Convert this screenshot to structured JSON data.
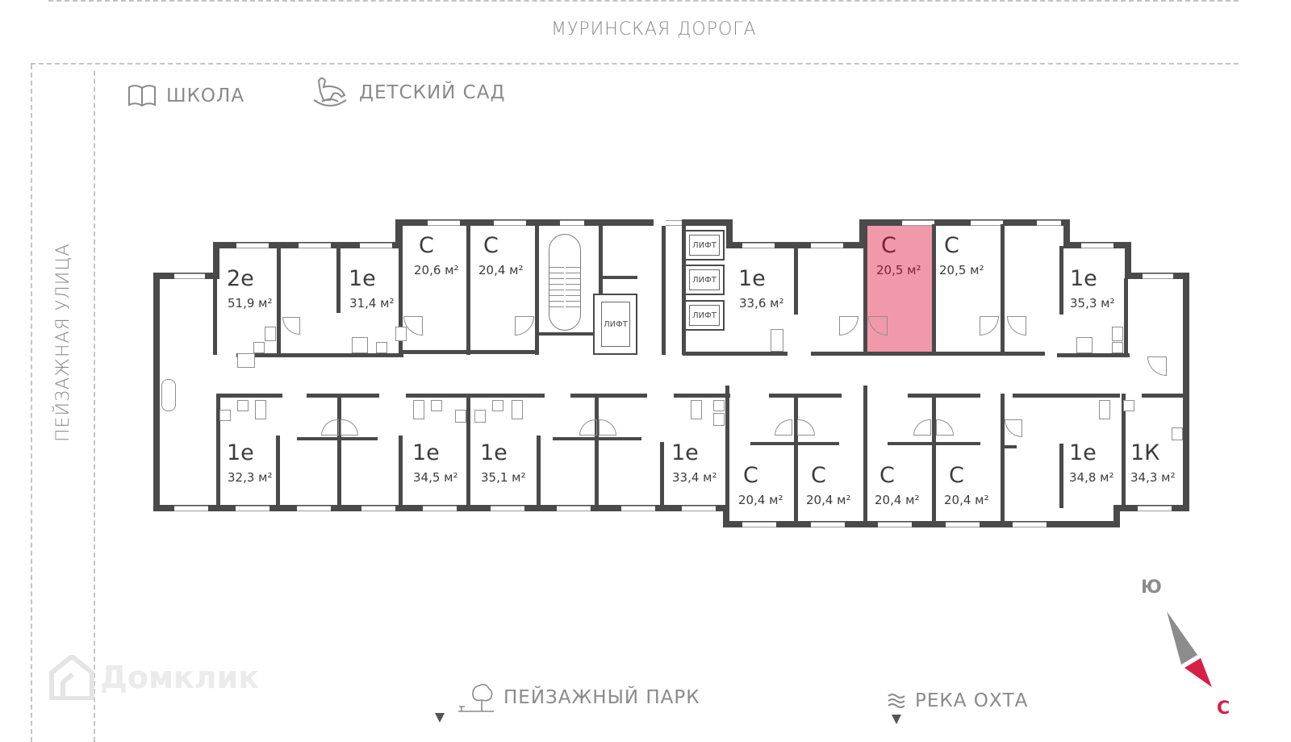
{
  "streets": {
    "top": "МУРИНСКАЯ ДОРОГА",
    "left": "ПЕЙЗАЖНАЯ УЛИЦА"
  },
  "poi": {
    "school": {
      "label": "ШКОЛА",
      "icon": "book-icon"
    },
    "kindergarten": {
      "label": "ДЕТСКИЙ САД",
      "icon": "rocking-horse-icon"
    },
    "park": {
      "label": "ПЕЙЗАЖНЫЙ ПАРК",
      "icon": "tree-icon"
    },
    "river": {
      "label": "РЕКА ОХТА",
      "icon": "waves-icon"
    }
  },
  "lifts": {
    "label": "ЛИФТ"
  },
  "apartments_top": [
    {
      "id": "a1",
      "type": "2е",
      "area": "51,9 м²"
    },
    {
      "id": "a2",
      "type": "1е",
      "area": "31,4 м²"
    },
    {
      "id": "a3",
      "type": "С",
      "area": "20,6 м²"
    },
    {
      "id": "a4",
      "type": "С",
      "area": "20,4 м²"
    },
    {
      "id": "a5",
      "type": "1е",
      "area": "33,6 м²"
    },
    {
      "id": "a6",
      "type": "С",
      "area": "20,5 м²",
      "selected": true
    },
    {
      "id": "a7",
      "type": "С",
      "area": "20,5 м²"
    },
    {
      "id": "a8",
      "type": "1е",
      "area": "35,3 м²"
    }
  ],
  "apartments_bottom": [
    {
      "id": "b1",
      "type": "1е",
      "area": "32,3 м²"
    },
    {
      "id": "b2",
      "type": "1е",
      "area": "34,5 м²"
    },
    {
      "id": "b3",
      "type": "1е",
      "area": "35,1 м²"
    },
    {
      "id": "b4",
      "type": "1е",
      "area": "33,4 м²"
    },
    {
      "id": "b5",
      "type": "С",
      "area": "20,4 м²"
    },
    {
      "id": "b6",
      "type": "С",
      "area": "20,4 м²"
    },
    {
      "id": "b7",
      "type": "С",
      "area": "20,4 м²"
    },
    {
      "id": "b8",
      "type": "С",
      "area": "20,4 м²"
    },
    {
      "id": "b9",
      "type": "1е",
      "area": "34,8 м²"
    },
    {
      "id": "b10",
      "type": "1К",
      "area": "34,3 м²"
    }
  ],
  "compass": {
    "south": "Ю",
    "north": "С",
    "north_color": "#d81e44",
    "south_color": "#8c8c8c"
  },
  "watermark": "Домклик",
  "colors": {
    "wall": "#4a4a4a",
    "highlight": "#e8788f",
    "text": "#3c3c3c",
    "muted": "#8a8a8a"
  }
}
